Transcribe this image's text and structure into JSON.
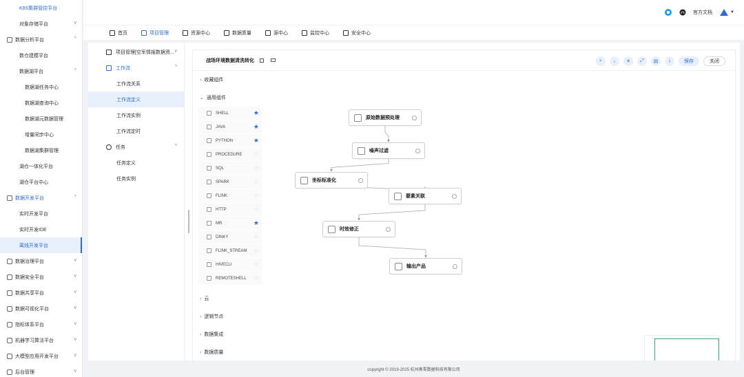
{
  "sidebar": {
    "items": [
      {
        "label": "K8S集群管控平台",
        "level": "sub",
        "blue": true
      },
      {
        "label": "对象存储平台",
        "level": "sub",
        "chev": "⌄"
      },
      {
        "label": "数据分析平台",
        "level": "top",
        "chev": "⌃",
        "icon": "chart-icon"
      },
      {
        "label": "数仓建模平台",
        "level": "sub"
      },
      {
        "label": "数据湖平台",
        "level": "sub",
        "chev": "⌃"
      },
      {
        "label": "数据湖任务中心",
        "level": "sub2"
      },
      {
        "label": "数据湖查询中心",
        "level": "sub2"
      },
      {
        "label": "数据湖元数据管理",
        "level": "sub2"
      },
      {
        "label": "增量同步中心",
        "level": "sub2"
      },
      {
        "label": "数据湖集群管理",
        "level": "sub2"
      },
      {
        "label": "湖仓一体化平台",
        "level": "sub"
      },
      {
        "label": "湖仓平台中心",
        "level": "sub"
      },
      {
        "label": "数据开发平台",
        "level": "top",
        "chev": "⌃",
        "blue": true,
        "icon": "grid-icon"
      },
      {
        "label": "实时开发平台",
        "level": "sub"
      },
      {
        "label": "实时开发IDE",
        "level": "sub"
      },
      {
        "label": "离线开发平台",
        "level": "sub",
        "active": true
      },
      {
        "label": "数据治理平台",
        "level": "top",
        "chev": "⌄",
        "icon": "table-icon"
      },
      {
        "label": "数据安全平台",
        "level": "top",
        "chev": "⌄",
        "icon": "shield-icon"
      },
      {
        "label": "数据共享平台",
        "level": "top",
        "chev": "⌄",
        "icon": "share-icon"
      },
      {
        "label": "数据可视化平台",
        "level": "top",
        "chev": "⌄",
        "icon": "monitor-icon"
      },
      {
        "label": "指标体系平台",
        "level": "top",
        "chev": "⌄",
        "icon": "cube-icon"
      },
      {
        "label": "机器学习算法平台",
        "level": "top",
        "chev": "⌄",
        "icon": "flask-icon"
      },
      {
        "label": "大模型应用开发平台",
        "level": "top",
        "chev": "⌄",
        "icon": "robot-icon"
      },
      {
        "label": "后台管理",
        "level": "top",
        "chev": "⌄",
        "icon": "gear-icon"
      }
    ]
  },
  "topbar": {
    "docs_label": "官方文档"
  },
  "menus": [
    {
      "label": "首页",
      "active": false,
      "icon": "home-icon"
    },
    {
      "label": "项目管理",
      "active": true,
      "icon": "project-icon"
    },
    {
      "label": "资源中心",
      "active": false,
      "icon": "folder-icon"
    },
    {
      "label": "数据质量",
      "active": false,
      "icon": "quality-icon"
    },
    {
      "label": "源中心",
      "active": false,
      "icon": "datasource-icon"
    },
    {
      "label": "监控中心",
      "active": false,
      "icon": "monitor-icon"
    },
    {
      "label": "安全中心",
      "active": false,
      "icon": "security-icon"
    }
  ],
  "tree": {
    "items": [
      {
        "label": "项目管理[空军情报数据资...",
        "kind": "top",
        "chev": "⌄"
      },
      {
        "label": "工作流",
        "kind": "head",
        "chev": "⌃",
        "blue": true
      },
      {
        "label": "工作流关系",
        "kind": "leaf"
      },
      {
        "label": "工作流定义",
        "kind": "leaf",
        "selected": true
      },
      {
        "label": "工作流实例",
        "kind": "leaf"
      },
      {
        "label": "工作流定时",
        "kind": "leaf"
      },
      {
        "label": "任务",
        "kind": "head",
        "chev": "⌃"
      },
      {
        "label": "任务定义",
        "kind": "leaf"
      },
      {
        "label": "任务实例",
        "kind": "leaf"
      }
    ]
  },
  "workflow": {
    "title": "战场环境数据清洗转化",
    "save_label": "保存",
    "close_label": "关闭",
    "tools": [
      "search-icon",
      "download-icon",
      "delete-icon",
      "fullscreen-icon",
      "format-icon",
      "info-icon"
    ]
  },
  "palette": {
    "favorites_label": "收藏组件",
    "general_label": "通用组件",
    "components": [
      {
        "name": "SHELL",
        "starred": true
      },
      {
        "name": "JAVA",
        "starred": true
      },
      {
        "name": "PYTHON",
        "starred": true
      },
      {
        "name": "PROCEDURE",
        "starred": false
      },
      {
        "name": "SQL",
        "starred": false
      },
      {
        "name": "SPARK",
        "starred": false
      },
      {
        "name": "FLINK",
        "starred": false
      },
      {
        "name": "HTTP",
        "starred": false
      },
      {
        "name": "MR",
        "starred": true
      },
      {
        "name": "DINKY",
        "starred": false
      },
      {
        "name": "FLINK_STREAM",
        "starred": false
      },
      {
        "name": "HIVECLI",
        "starred": false
      },
      {
        "name": "REMOTESHELL",
        "starred": false
      }
    ],
    "more_groups": [
      "云",
      "逻辑节点",
      "数据集成",
      "数据质量"
    ]
  },
  "nodes": [
    {
      "label": "原始数据预处理",
      "icon": "shell-icon"
    },
    {
      "label": "噪声过滤",
      "icon": "python-icon"
    },
    {
      "label": "坐标标准化",
      "icon": "python-icon"
    },
    {
      "label": "要素关联",
      "icon": "python-icon"
    },
    {
      "label": "时效修正",
      "icon": "python-icon"
    },
    {
      "label": "输出产品",
      "icon": "http-icon"
    }
  ],
  "footer": {
    "copyright": "copyright © 2019-2025 杭州奥零数据科技有限公司"
  },
  "colors": {
    "accent": "#2e6dd4",
    "accent_bg": "#e8f0fc",
    "minimap_border": "#3aa776"
  }
}
